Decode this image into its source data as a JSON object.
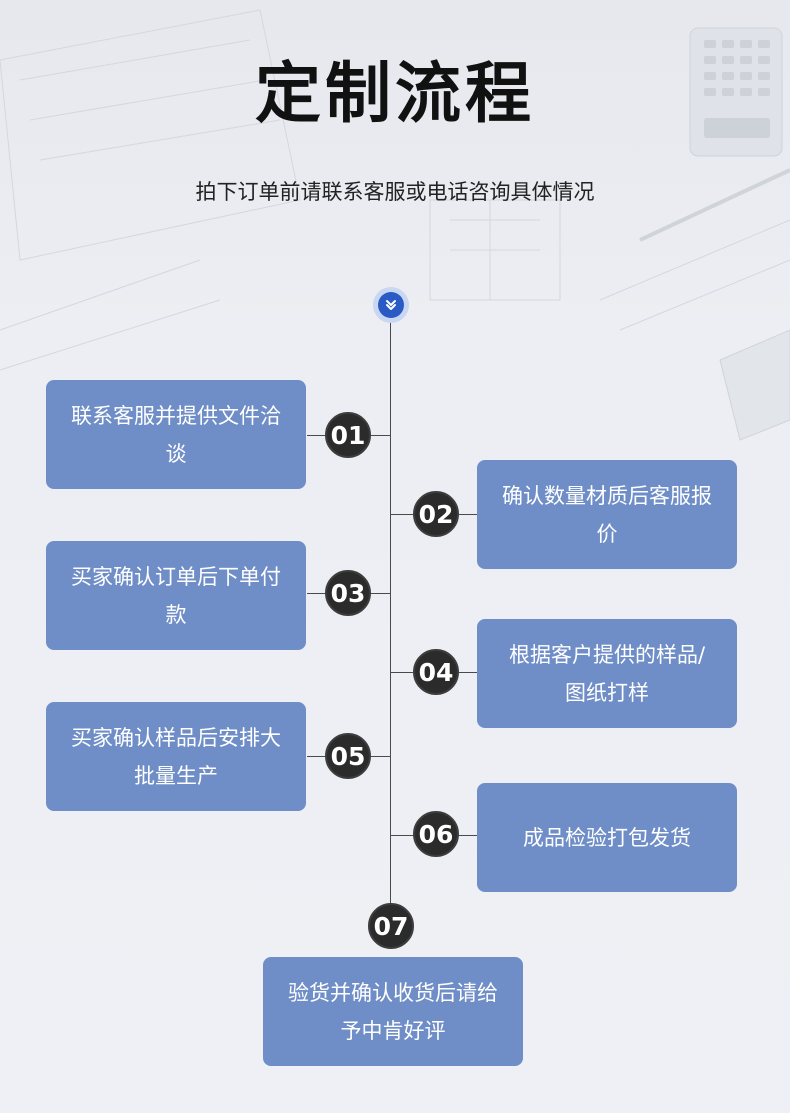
{
  "header": {
    "title": "定制流程",
    "subtitle": "拍下订单前请联系客服或电话咨询具体情况"
  },
  "start_icon": "double-chevron-down-icon",
  "colors": {
    "box_bg": "#6f8ec7",
    "number_circle": "#2b2b2b",
    "accent_blue": "#2a5bc4",
    "title_text": "#111111"
  },
  "steps": [
    {
      "number": "01",
      "text": "联系客服并提供文件洽谈"
    },
    {
      "number": "02",
      "text": "确认数量材质后客服报价"
    },
    {
      "number": "03",
      "text": "买家确认订单后下单付款"
    },
    {
      "number": "04",
      "text": "根据客户提供的样品/图纸打样"
    },
    {
      "number": "05",
      "text": "买家确认样品后安排大批量生产"
    },
    {
      "number": "06",
      "text": "成品检验打包发货"
    },
    {
      "number": "07",
      "text": "验货并确认收货后请给予中肯好评"
    }
  ]
}
